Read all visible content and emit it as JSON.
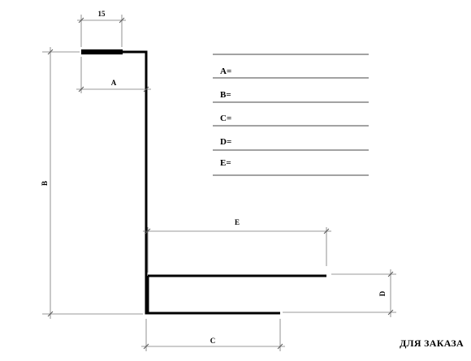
{
  "dimensions": {
    "top_flange": "15",
    "a": "A",
    "b": "B",
    "c": "C",
    "d": "D",
    "e": "E"
  },
  "form": {
    "fields": [
      {
        "label": "A="
      },
      {
        "label": "B="
      },
      {
        "label": "C="
      },
      {
        "label": "D="
      },
      {
        "label": "E="
      }
    ]
  },
  "footer": {
    "order_text": "ДЛЯ ЗАКАЗА"
  },
  "colors": {
    "profile": "#000000",
    "dimension_line": "#777777",
    "text": "#000000"
  }
}
